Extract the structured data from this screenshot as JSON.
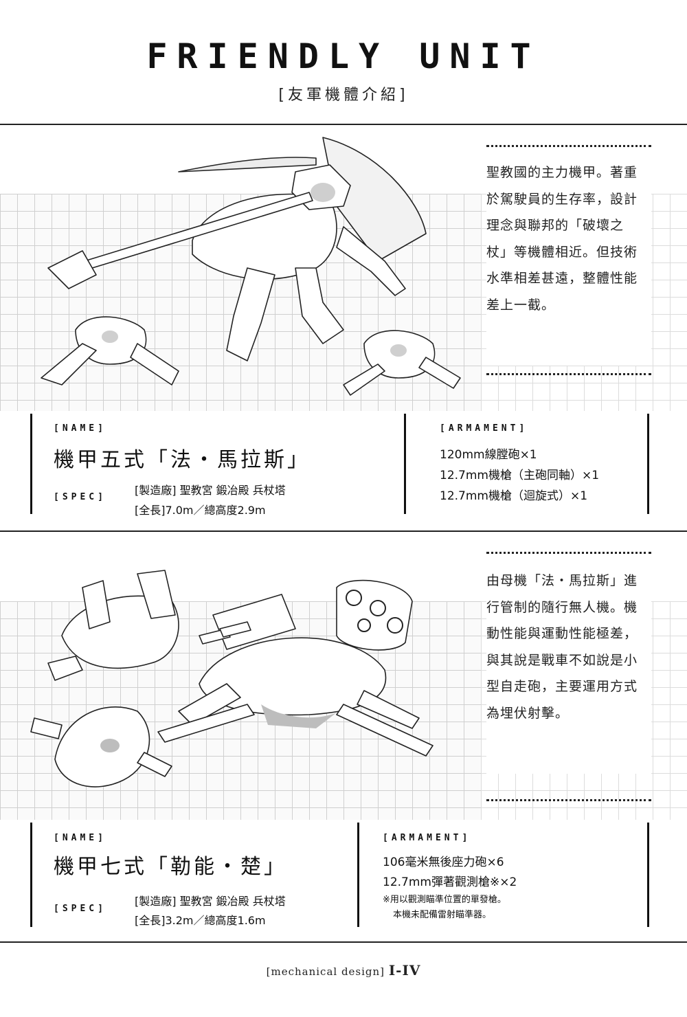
{
  "header": {
    "title": "FRIENDLY UNIT",
    "subtitle": "[友軍機體介紹]"
  },
  "units": [
    {
      "name_tag": "[NAME]",
      "name": "機甲五式「法・馬拉斯」",
      "spec_tag": "[SPEC]",
      "spec_lines": [
        "[製造廠] 聖教宮 鍛冶殿 兵杖塔",
        "[全長]7.0m／總高度2.9m"
      ],
      "armament_tag": "[ARMAMENT]",
      "armament": [
        "120mm線膛砲×1",
        "12.7mm機槍（主砲同軸）×1",
        "12.7mm機槍（迴旋式）×1"
      ],
      "description": [
        "聖教國的主力機甲。著重",
        "於駕駛員的生存率，設計",
        "理念與聯邦的「破壞之",
        "杖」等機體相近。但技術",
        "水準相差甚遠，整體性能",
        "差上一截。"
      ]
    },
    {
      "name_tag": "[NAME]",
      "name": "機甲七式「勒能・楚」",
      "spec_tag": "[SPEC]",
      "spec_lines": [
        "[製造廠] 聖教宮 鍛冶殿 兵杖塔",
        "[全長]3.2m／總高度1.6m"
      ],
      "armament_tag": "[ARMAMENT]",
      "armament": [
        "106毫米無後座力砲×6",
        "12.7mm彈著觀測槍※×2"
      ],
      "notes": [
        "※用以觀測瞄準位置的單發槍。",
        "本機未配備雷射瞄準器。"
      ],
      "description": [
        "由母機「法・馬拉斯」進",
        "行管制的隨行無人機。機",
        "動性能與運動性能極差，",
        "與其說是戰車不如說是小",
        "型自走砲，主要運用方式",
        "為埋伏射擊。"
      ]
    }
  ],
  "footer": {
    "label": "[mechanical design]",
    "page": "I-IV"
  }
}
